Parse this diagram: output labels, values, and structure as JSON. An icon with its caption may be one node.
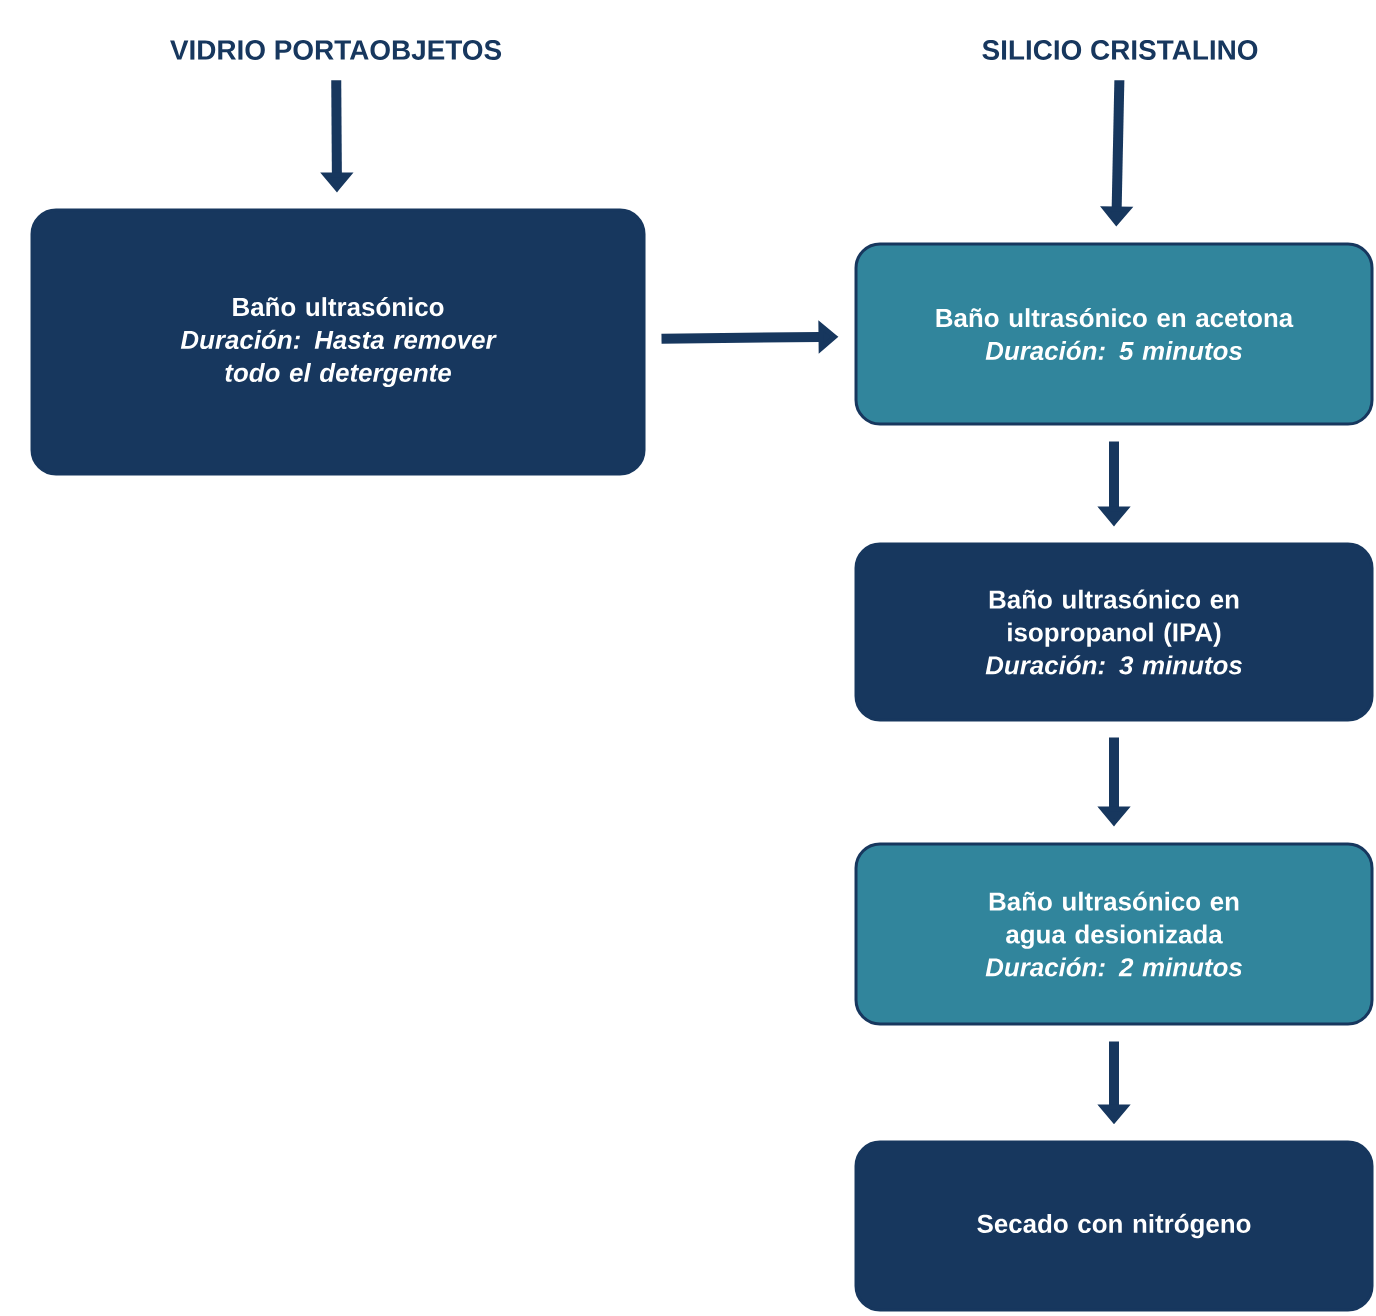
{
  "diagram": {
    "nodes": [
      {
        "text": [
          "VIDRIO PORTAOBJETOS"
        ]
      },
      {
        "text": [
          "SILICIO CRISTALINO"
        ]
      },
      {
        "text": [
          "Baño ultrasónico",
          "Duración: Hasta remover todo el detergente"
        ]
      },
      {
        "text": [
          "Baño ultrasónico en acetona",
          "Duración: 5 minutos"
        ]
      },
      {
        "text": [
          "Baño ultrasónico en isopropanol (IPA)",
          "Duración: 3 minutos"
        ]
      },
      {
        "text": [
          "Baño ultrasónico en agua desionizada",
          "Duración: 2 minutos"
        ]
      },
      {
        "text": [
          "Secado con nitrógeno"
        ]
      }
    ],
    "edges": [
      {
        "from": 0,
        "to": 2,
        "arrow": "to"
      },
      {
        "from": 1,
        "to": 3,
        "arrow": "to"
      },
      {
        "from": 2,
        "to": 3,
        "arrow": "to"
      },
      {
        "from": 3,
        "to": 4,
        "arrow": "to"
      },
      {
        "from": 4,
        "to": 5,
        "arrow": "to"
      },
      {
        "from": 5,
        "to": 6,
        "arrow": "to"
      }
    ]
  }
}
